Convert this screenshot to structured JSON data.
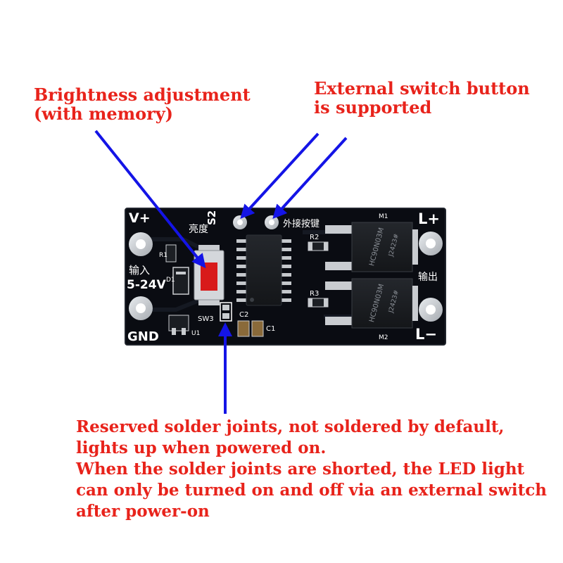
{
  "callouts": {
    "brightness": [
      "Brightness adjustment",
      "(with memory)"
    ],
    "external_switch": [
      "External switch button",
      "is supported"
    ],
    "solder": [
      "Reserved solder joints, not soldered by default,",
      "lights up when powered on.",
      "When the solder joints are shorted, the LED light",
      "can only be turned on and off via an external switch",
      "after power-on"
    ]
  },
  "board": {
    "v_plus": "V+",
    "gnd": "GND",
    "input_cn": "输入",
    "input_range": "5-24V",
    "s2": "S2",
    "brightness_cn": "亮度",
    "external_cn": "外接按键",
    "l_plus": "L+",
    "l_minus": "L−",
    "output_cn": "输出",
    "sw3": "SW3",
    "r1": "R1",
    "r2": "R2",
    "r3": "R3",
    "d1": "D1",
    "c1": "C1",
    "c2": "C2",
    "u1": "U1",
    "m1": "M1",
    "m2": "M2",
    "mosfet_1": "HC90N03M",
    "mosfet_2": "HC90N03M",
    "mosfet_code": "J2423#"
  },
  "colors": {
    "callout_text": "#e8231b",
    "arrow": "#1414e6",
    "board": "#0a0c12"
  }
}
